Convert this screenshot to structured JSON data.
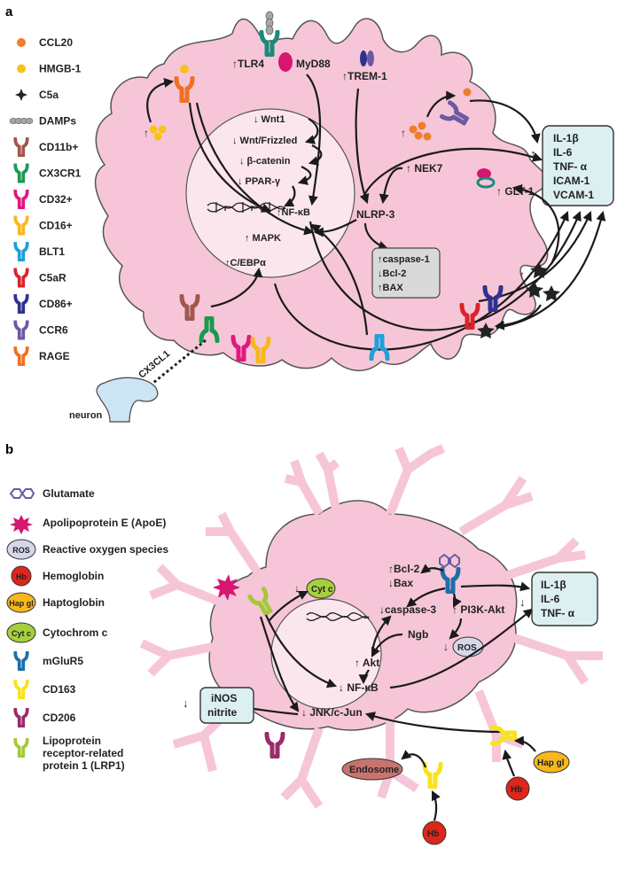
{
  "colors": {
    "cell": "#f6c6d8",
    "cell_stroke": "#555555",
    "nucleus": "#fbe6ee",
    "box_blue": "#dceff1",
    "box_gray": "#d9d9d9",
    "ccl20": "#ef7d2a",
    "hmgb1": "#f6c21c",
    "damps": "#a6a6a6",
    "cd11b": "#a0584a",
    "cx3cr1": "#1a9a50",
    "cd32": "#e0197d",
    "cd16": "#f7b71d",
    "blt1": "#1f9fd8",
    "c5ar": "#d9242a",
    "cd86": "#2e3192",
    "ccr6": "#6d58a3",
    "rage": "#f07022",
    "apoe": "#d6166f",
    "ros": "#d6d7ea",
    "hb": "#e0251b",
    "hapgl": "#f7b81d",
    "cytc": "#a6cf3d",
    "mglur5": "#1b6fa8",
    "cd163": "#f7e31a",
    "cd206": "#9b2b6c",
    "lrp1": "#a3c93a",
    "glutamate": "#6a5aa8",
    "endosome": "#c9736f"
  },
  "panel_a": {
    "letter": "a",
    "legend": [
      {
        "label": "CCL20",
        "icon": "ccl20-dot-icon"
      },
      {
        "label": "HMGB-1",
        "icon": "hmgb1-dot-icon"
      },
      {
        "label": "C5a",
        "icon": "c5a-star-icon"
      },
      {
        "label": "DAMPs",
        "icon": "damps-chain-icon"
      },
      {
        "label": "CD11b+",
        "icon": "cd11b-receptor-icon"
      },
      {
        "label": "CX3CR1",
        "icon": "cx3cr1-receptor-icon"
      },
      {
        "label": "CD32+",
        "icon": "cd32-receptor-icon"
      },
      {
        "label": "CD16+",
        "icon": "cd16-receptor-icon"
      },
      {
        "label": "BLT1",
        "icon": "blt1-receptor-icon"
      },
      {
        "label": "C5aR",
        "icon": "c5ar-receptor-icon"
      },
      {
        "label": "CD86+",
        "icon": "cd86-receptor-icon"
      },
      {
        "label": "CCR6",
        "icon": "ccr6-receptor-icon"
      },
      {
        "label": "RAGE",
        "icon": "rage-receptor-icon"
      }
    ],
    "labels": {
      "tlr4": "↑TLR4",
      "myd88": "MyD88",
      "trem1": "↑TREM-1",
      "wnt1": "↓ Wnt1",
      "wnt_frizzled": "↓ Wnt/Frizzled",
      "beta_catenin": "↓ β-catenin",
      "ppar": "↓ PPAR-γ",
      "nfkb": "↑NF-κB",
      "mapk": "↑ MAPK",
      "cebpa": "↑C/EBPα",
      "nlrp3": "NLRP-3",
      "nek7": "↑ NEK7",
      "glt1": "↑ GLT-1",
      "cx3cl1": "CX3CL1",
      "neuron": "neuron",
      "up_cytokines": "↑",
      "up_left": "↑",
      "up_ccl20": "↑",
      "up_c5a": "↑"
    },
    "caspase_box": [
      "↑caspase-1",
      "↓Bcl-2",
      "↑BAX"
    ],
    "cytokine_box": [
      "IL-1β",
      "IL-6",
      "TNF- α",
      "ICAM-1",
      "VCAM-1"
    ]
  },
  "panel_b": {
    "letter": "b",
    "legend": [
      {
        "label": "Glutamate",
        "icon": "glutamate-hexagon-icon"
      },
      {
        "label": "Apolipoprotein E (ApoE)",
        "icon": "apoe-star-icon"
      },
      {
        "label": "Reactive oxygen species",
        "icon": "ros-oval-icon",
        "badge": "ROS"
      },
      {
        "label": "Hemoglobin",
        "icon": "hemoglobin-circle-icon",
        "badge": "Hb"
      },
      {
        "label": "Haptoglobin",
        "icon": "haptoglobin-oval-icon",
        "badge": "Hap gl"
      },
      {
        "label": "Cytochrom c",
        "icon": "cytochrome-c-oval-icon",
        "badge": "Cyt c"
      },
      {
        "label": "mGluR5",
        "icon": "mglur5-receptor-icon"
      },
      {
        "label": "CD163",
        "icon": "cd163-receptor-icon"
      },
      {
        "label": "CD206",
        "icon": "cd206-receptor-icon"
      },
      {
        "label": "Lipoprotein receptor-related protein 1 (LRP1)",
        "icon": "lrp1-receptor-icon",
        "lines": [
          "Lipoprotein",
          "receptor-related",
          "protein 1 (LRP1)"
        ]
      }
    ],
    "labels": {
      "bcl2": "↑Bcl-2",
      "bax": "↓Bax",
      "caspase3": "↓caspase-3",
      "pi3k": "↑ PI3K-Akt",
      "ngb": "Ngb",
      "akt": "↑ Akt",
      "nfkb": "↓ NF-κB",
      "jnk": "↓ JNK/c-Jun",
      "endosome": "Endosome",
      "cytc_down": "↓",
      "ros_down": "↓",
      "cytokines_down": "↓",
      "inos_down": "↓",
      "cytc_badge": "Cyt c",
      "ros_badge": "ROS",
      "hapgl_badge": "Hap gl",
      "hb_badge_1": "Hb",
      "hb_badge_2": "Hb"
    },
    "inos_box": [
      "iNOS",
      "nitrite"
    ],
    "cytokine_box": [
      "IL-1β",
      "IL-6",
      "TNF- α"
    ]
  }
}
